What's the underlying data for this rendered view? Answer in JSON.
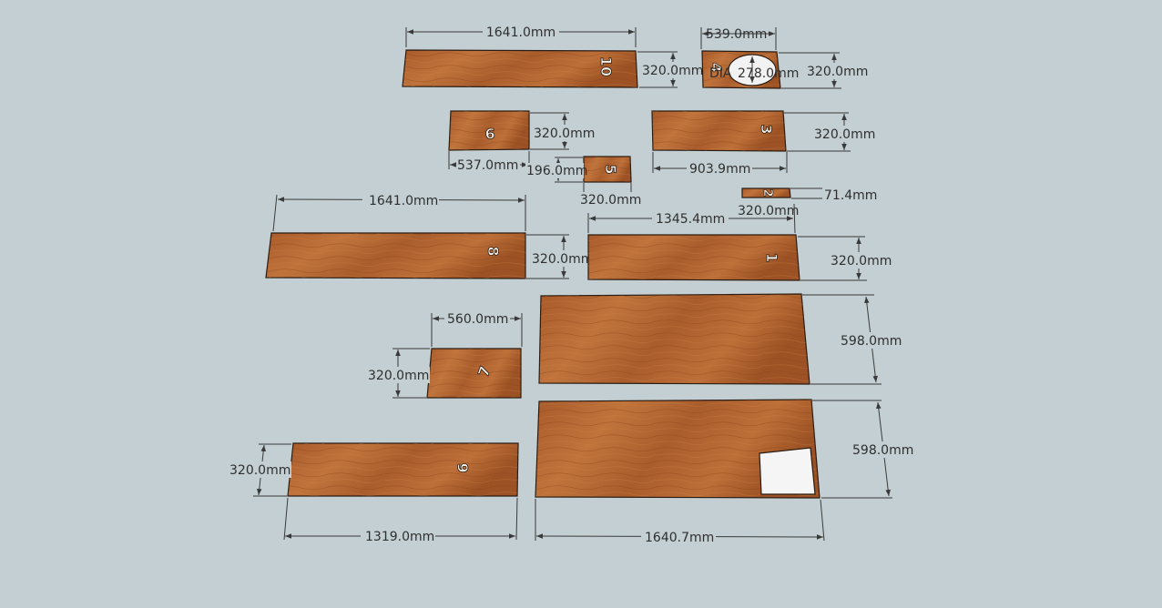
{
  "colors": {
    "background": "#c3cfd2",
    "wood_light": "#b86a35",
    "wood_dark": "#8e4a1f",
    "dimension": "#3a3a3a"
  },
  "panels": {
    "p10": {
      "number": "10",
      "width_dim": "1641.0mm",
      "height_dim": "320.0mm"
    },
    "p4": {
      "number": "4",
      "width_dim": "539.0mm",
      "height_dim": "320.0mm",
      "hole_dim": "278.0mm",
      "hole_prefix": "DIA"
    },
    "p9": {
      "number": "9",
      "width_dim": "537.0mm",
      "height_dim": "320.0mm"
    },
    "p5": {
      "number": "5",
      "width_dim": "320.0mm",
      "height_dim": "196.0mm"
    },
    "p3": {
      "number": "3",
      "width_dim": "903.9mm",
      "height_dim": "320.0mm"
    },
    "p2": {
      "number": "2",
      "width_dim": "320.0mm",
      "height_dim": "71.4mm"
    },
    "p8": {
      "number": "8",
      "width_dim": "1641.0mm",
      "height_dim": "320.0mm"
    },
    "p1": {
      "number": "1",
      "width_dim": "1345.4mm",
      "height_dim": "320.0mm"
    },
    "top": {
      "height_dim": "598.0mm"
    },
    "p7": {
      "number": "7",
      "width_dim": "560.0mm",
      "height_dim": "320.0mm"
    },
    "bottom": {
      "width_dim": "1640.7mm",
      "height_dim": "598.0mm"
    },
    "p6": {
      "number": "6",
      "width_dim": "1319.0mm",
      "height_dim": "320.0mm"
    }
  }
}
